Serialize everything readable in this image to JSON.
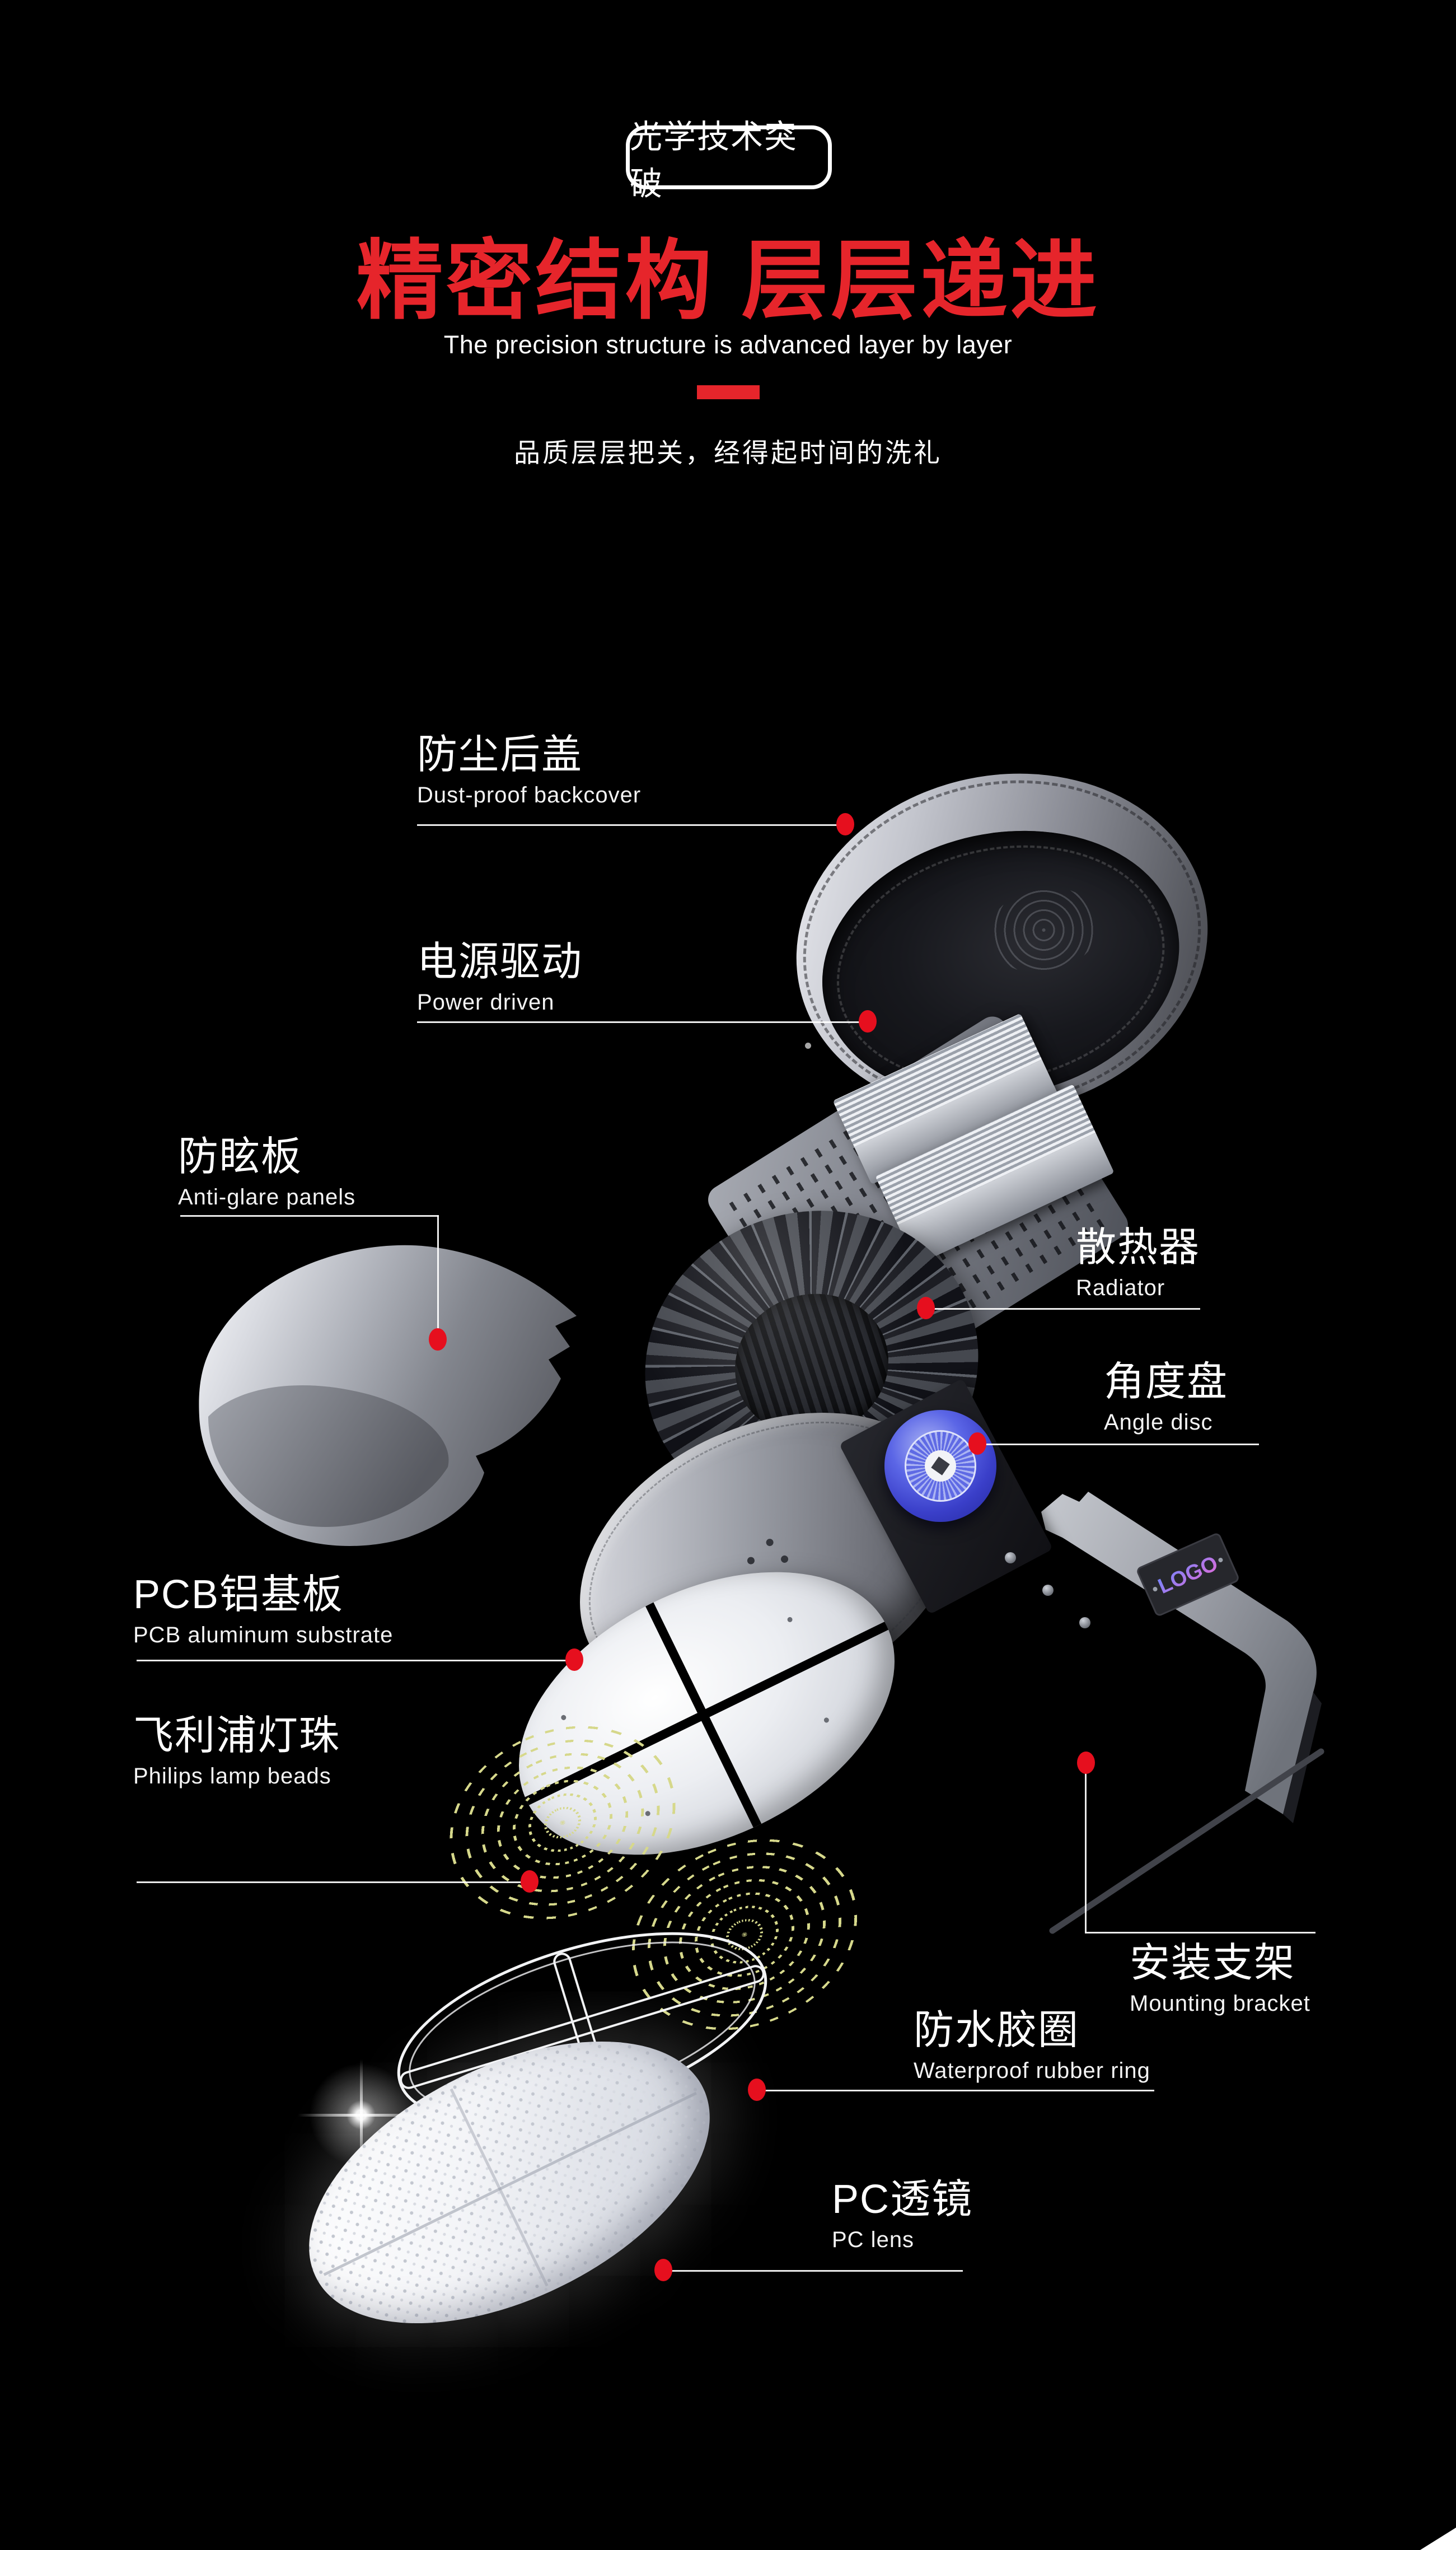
{
  "page": {
    "background": "#000000",
    "accent_red": "#E6252B",
    "callout_dot_red": "#E60F1E",
    "bead_dot_color": "#D6D88B",
    "knob_blue": "#4A55D8"
  },
  "header": {
    "badge": "光学技术突破",
    "title": "精密结构 层层递进",
    "subtitle": "The precision structure is advanced layer by layer",
    "tagline": "品质层层把关，经得起时间的洗礼"
  },
  "parts": [
    {
      "id": "dust-cover",
      "zh": "防尘后盖",
      "en": "Dust-proof backcover"
    },
    {
      "id": "power-driver",
      "zh": "电源驱动",
      "en": "Power driven"
    },
    {
      "id": "anti-glare",
      "zh": "防眩板",
      "en": "Anti-glare panels"
    },
    {
      "id": "radiator",
      "zh": "散热器",
      "en": "Radiator"
    },
    {
      "id": "angle-disc",
      "zh": "角度盘",
      "en": "Angle disc"
    },
    {
      "id": "pcb",
      "zh": "PCB铝基板",
      "en": "PCB aluminum substrate"
    },
    {
      "id": "lamp-beads",
      "zh": "飞利浦灯珠",
      "en": "Philips lamp beads"
    },
    {
      "id": "bracket",
      "zh": "安装支架",
      "en": "Mounting bracket"
    },
    {
      "id": "ring",
      "zh": "防水胶圈",
      "en": "Waterproof rubber ring"
    },
    {
      "id": "lens",
      "zh": "PC透镜",
      "en": "PC lens"
    }
  ],
  "product": {
    "logo_label": "LOGO"
  }
}
